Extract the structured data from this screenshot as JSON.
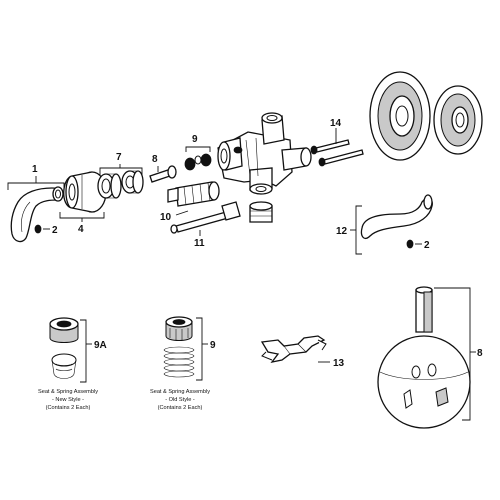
{
  "labels": {
    "p1": "1",
    "p2a": "2",
    "p2b": "2",
    "p4": "4",
    "p7": "7",
    "p8a": "8",
    "p8b": "8",
    "p9a": "9",
    "p9b": "9",
    "p9A": "9A",
    "p10": "10",
    "p11": "11",
    "p12": "12",
    "p13": "13",
    "p14": "14"
  },
  "captions": {
    "new": [
      "Seat & Spring Assembly",
      "- New Style -",
      "(Contains 2 Each)"
    ],
    "old": [
      "Seat & Spring Assembly",
      "- Old Style -",
      "(Contains 2 Each)"
    ]
  },
  "colors": {
    "ink": "#111111",
    "paper": "#ffffff",
    "shade": "#c9c9c9"
  }
}
